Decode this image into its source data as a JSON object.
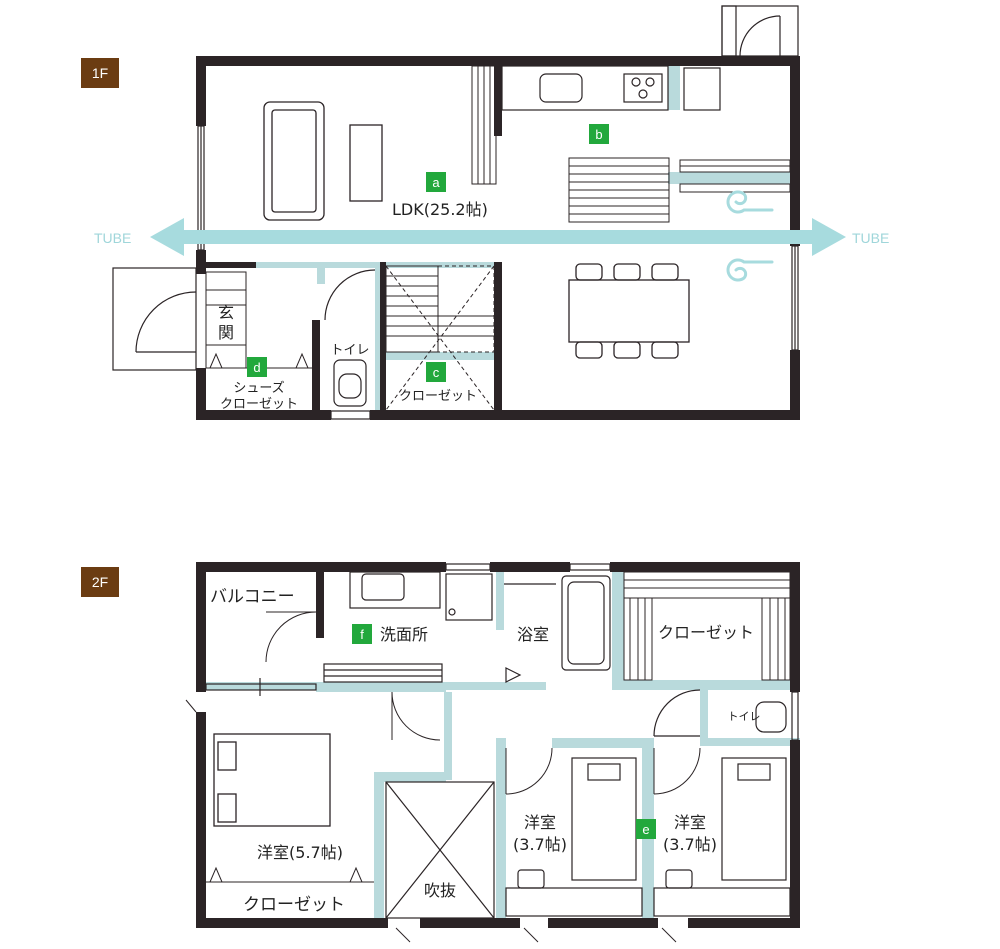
{
  "floors": {
    "first": "1F",
    "second": "2F"
  },
  "tube": {
    "left": "TUBE",
    "right": "TUBE"
  },
  "markers": {
    "a": "a",
    "b": "b",
    "c": "c",
    "d": "d",
    "e": "e",
    "f": "f"
  },
  "rooms_1f": {
    "ldk": "LDK(25.2帖)",
    "genkan_1": "玄",
    "genkan_2": "関",
    "toilet": "トイレ",
    "shoe_closet_1": "シューズ",
    "shoe_closet_2": "クローゼット",
    "closet": "クローゼット"
  },
  "rooms_2f": {
    "balcony": "バルコニー",
    "washroom": "洗面所",
    "bath": "浴室",
    "closet_right": "クローゼット",
    "toilet": "トイレ",
    "western_1_name": "洋室",
    "western_1_size": "(3.7帖)",
    "western_2_name": "洋室",
    "western_2_size": "(3.7帖)",
    "main_bedroom": "洋室(5.7帖)",
    "closet_bottom": "クローゼット",
    "fukinuke": "吹抜"
  },
  "colors": {
    "wall": "#2b2426",
    "floor_tag": "#6b3c12",
    "marker": "#22a83c",
    "tube": "#a7dbde",
    "partition": "#b9dadc"
  }
}
